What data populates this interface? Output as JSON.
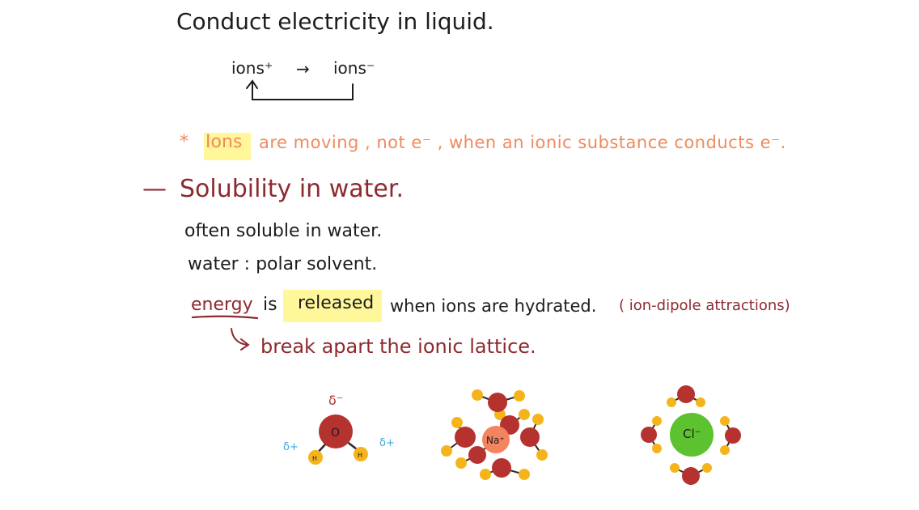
{
  "notes": {
    "line1": "Conduct electricity in liquid.",
    "ions_pos": "ions⁺",
    "arrow": "→",
    "ions_neg": "ions⁻",
    "star_note": {
      "star": "*",
      "ions": "Ions",
      "rest": "are moving , not e⁻ , when an ionic substance conducts e⁻."
    },
    "heading_dash": "—",
    "heading": "Solubility in water.",
    "line_often": "often soluble in water.",
    "line_water": "water : polar solvent.",
    "energy": {
      "energy": "energy",
      "is": "is",
      "released": "released",
      "rest": "when ions are hydrated.",
      "paren": "( ion-dipole attractions)"
    },
    "break_line": "break apart the ionic lattice."
  },
  "diagram": {
    "delta_minus": "δ⁻",
    "delta_plus_left": "δ+",
    "delta_plus_right": "δ+",
    "oxygen": "O",
    "hydrogen_left": "H",
    "hydrogen_right": "H",
    "sodium_ion": "Na⁺",
    "chloride_ion": "Cl⁻"
  },
  "colors": {
    "ink_black": "#1d1d1d",
    "ink_orange": "#f08a5d",
    "ink_maroon": "#8e2a2f",
    "highlight": "#fff79a",
    "oxygen_red": "#b5322e",
    "hydrogen_yellow": "#f6b41c",
    "sodium_orange": "#f4845f",
    "chlorine_green": "#5cc22f",
    "delta_blue": "#3aa8e0"
  }
}
